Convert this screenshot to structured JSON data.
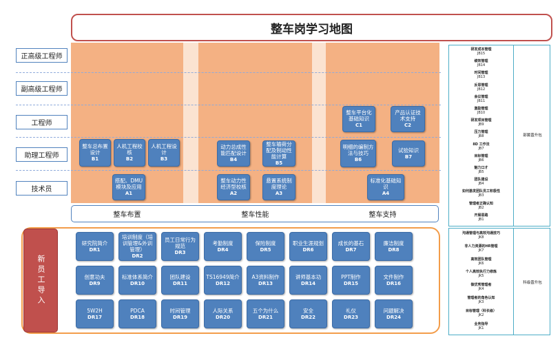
{
  "title": "整车岗学习地图",
  "levels": [
    "正高级工程师",
    "副高级工程师",
    "工程师",
    "助理工程师",
    "技术员"
  ],
  "categories": [
    "整车布置",
    "整车性能",
    "整车支持"
  ],
  "cards": {
    "B1": {
      "label": "整车总布置设计",
      "code": "B1"
    },
    "B2": {
      "label": "人机工程校核",
      "code": "B2"
    },
    "B3": {
      "label": "人机工程设计",
      "code": "B3"
    },
    "A1": {
      "label": "搭配、DMU模块及应用",
      "code": "A1"
    },
    "B4": {
      "label": "动力总成性能匹配设计",
      "code": "B4"
    },
    "B5": {
      "label": "整车输荷分配及制动性能计算",
      "code": "B5"
    },
    "A2": {
      "label": "整车动力性经济型校核",
      "code": "A2"
    },
    "A3": {
      "label": "悬置系统制度理论",
      "code": "A3"
    },
    "C1": {
      "label": "整车平台化基础知识",
      "code": "C1"
    },
    "C2": {
      "label": "产品认证技术支持",
      "code": "C2"
    },
    "B6": {
      "label": "明细的编制方法与技巧",
      "code": "B6"
    },
    "B7": {
      "label": "试验知识",
      "code": "B7"
    },
    "A4": {
      "label": "标准化基础知识",
      "code": "A4"
    }
  },
  "new_employee": {
    "label": "新员工导入",
    "items": [
      {
        "label": "研究院简介",
        "code": "DR1"
      },
      {
        "label": "培训制度（培训管理&外训管理）",
        "code": "DR2"
      },
      {
        "label": "员工日常行为规范",
        "code": "DR3"
      },
      {
        "label": "考勤制度",
        "code": "DR4"
      },
      {
        "label": "保险制度",
        "code": "DR5"
      },
      {
        "label": "职业生涯规划",
        "code": "DR6"
      },
      {
        "label": "成长的基石",
        "code": "DR7"
      },
      {
        "label": "廉洁制度",
        "code": "DR8"
      },
      {
        "label": "创意功夫",
        "code": "DR9"
      },
      {
        "label": "标准体系简介",
        "code": "DR10"
      },
      {
        "label": "团队建设",
        "code": "DR11"
      },
      {
        "label": "TS16949简介",
        "code": "DR12"
      },
      {
        "label": "A3资料制作",
        "code": "DR13"
      },
      {
        "label": "讲师基本功",
        "code": "DR14"
      },
      {
        "label": "PPT制作",
        "code": "DR15"
      },
      {
        "label": "文件制作",
        "code": "DR16"
      },
      {
        "label": "5W2H",
        "code": "DR17"
      },
      {
        "label": "PDCA",
        "code": "DR18"
      },
      {
        "label": "时间管理",
        "code": "DR19"
      },
      {
        "label": "人际关系",
        "code": "DR20"
      },
      {
        "label": "五个为什么",
        "code": "DR21"
      },
      {
        "label": "安全",
        "code": "DR22"
      },
      {
        "label": "礼仪",
        "code": "DR23"
      },
      {
        "label": "问题解决",
        "code": "DR24"
      }
    ]
  },
  "right_top": {
    "label": "部属晋升包",
    "items": [
      {
        "name": "研发成本管理",
        "code": "JB15"
      },
      {
        "name": "绩效管理",
        "code": "JB14"
      },
      {
        "name": "时间管理",
        "code": "JB13"
      },
      {
        "name": "反思管理",
        "code": "JB12"
      },
      {
        "name": "会议管理",
        "code": "JB11"
      },
      {
        "name": "激励管理",
        "code": "JB10"
      },
      {
        "name": "研发项目管理",
        "code": "JB9"
      },
      {
        "name": "压力管理",
        "code": "JB8"
      },
      {
        "name": "8D 工作法",
        "code": "JB7"
      },
      {
        "name": "目标管理",
        "code": "JB6"
      },
      {
        "name": "魅力口才",
        "code": "JB5"
      },
      {
        "name": "团队建设",
        "code": "JB4"
      },
      {
        "name": "如何激发团队员工积极性",
        "code": "JB3"
      },
      {
        "name": "管理者正确认知",
        "code": "JB2"
      },
      {
        "name": "开展思路",
        "code": "JB1"
      }
    ]
  },
  "right_bottom": {
    "label": "科级晋升包",
    "items": [
      {
        "name": "沟通管理与高效沟通技巧",
        "code": "JK8"
      },
      {
        "name": "非人力资源的HR管理",
        "code": "JK7"
      },
      {
        "name": "高效团队管理",
        "code": "JK6"
      },
      {
        "name": "个人高效执行力修炼",
        "code": "JK5"
      },
      {
        "name": "做优秀管理者",
        "code": "JK4"
      },
      {
        "name": "管理者的角色认知",
        "code": "JK3"
      },
      {
        "name": "目标管理（科长级）",
        "code": "JK2"
      },
      {
        "name": "业务指导",
        "code": "JK1"
      }
    ]
  }
}
